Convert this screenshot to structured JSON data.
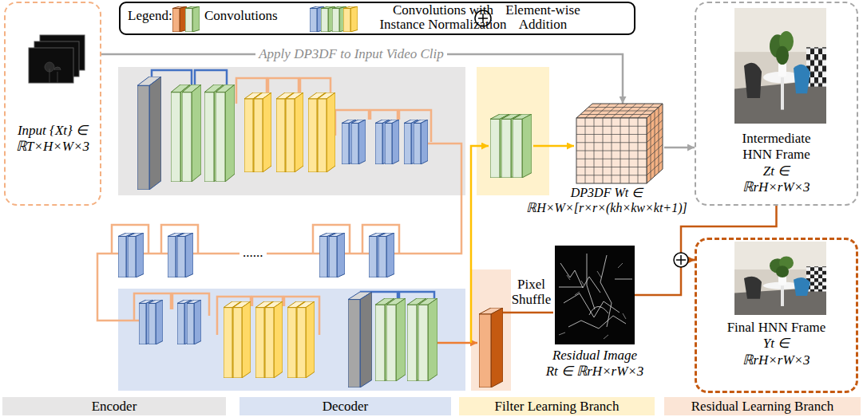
{
  "diagram": {
    "nodes": [
      {
        "text": [
          "Input {Xt} ∈ ℝT×H×W×3"
        ]
      },
      {
        "text": [
          "DP3DF Wt ∈ ℝH×W×[r×r×(kh×kw×kt+1)]"
        ]
      },
      {
        "text": [
          "Intermediate HNN Frame",
          "Zt ∈ ℝrH×rW×3"
        ]
      },
      {
        "text": [
          "Residual Image",
          "Rt ∈ ℝrH×rW×3"
        ]
      },
      {
        "text": [
          "Final HNN Frame",
          "Yt ∈ ℝrH×rW×3"
        ]
      }
    ],
    "edges": [
      {
        "from": 0,
        "to": 1,
        "label": "Apply DP3DF to Input Video Clip",
        "arrow": "to"
      },
      {
        "from": 1,
        "to": 2,
        "arrow": "to"
      },
      {
        "from": 2,
        "to": 4,
        "arrow": "to"
      },
      {
        "from": 3,
        "to": 4,
        "arrow": "to"
      }
    ],
    "labels": [
      "Legend:",
      "Pixel Shuffle",
      "......"
    ],
    "legend": [
      {
        "text": "Convolutions"
      },
      {
        "text": "Convolutions with Instance Normalization"
      },
      {
        "text": "Element-wise Addition"
      },
      {
        "text": "Encoder",
        "color": "#e7e6e6"
      },
      {
        "text": "Decoder",
        "color": "#dae3f3"
      },
      {
        "text": "Filter Learning Branch",
        "color": "#fff2cc"
      },
      {
        "text": "Residual Learning Branch",
        "color": "#fbe5d6"
      }
    ]
  }
}
